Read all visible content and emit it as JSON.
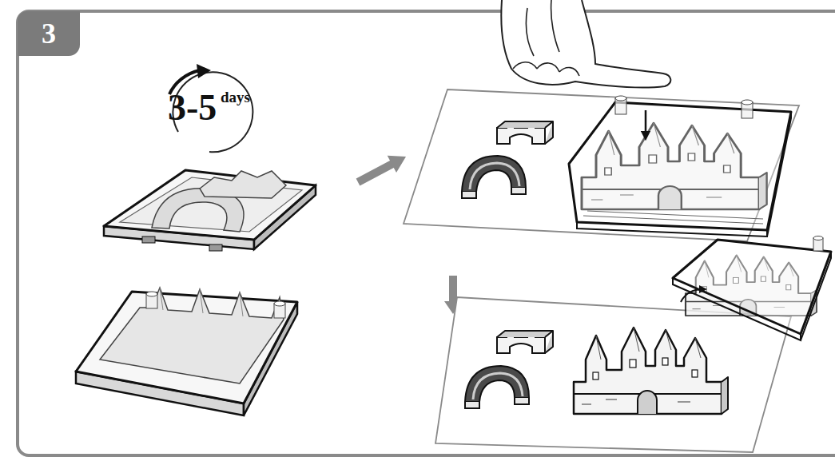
{
  "diagram": {
    "nodes": [
      {
        "text": [
          "3"
        ]
      }
    ],
    "labels": [
      "3-5",
      "days"
    ]
  }
}
